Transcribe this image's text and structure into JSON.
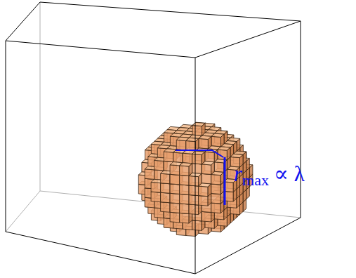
{
  "diagram": {
    "labels": [
      "r",
      "max",
      "∝ λ"
    ]
  }
}
